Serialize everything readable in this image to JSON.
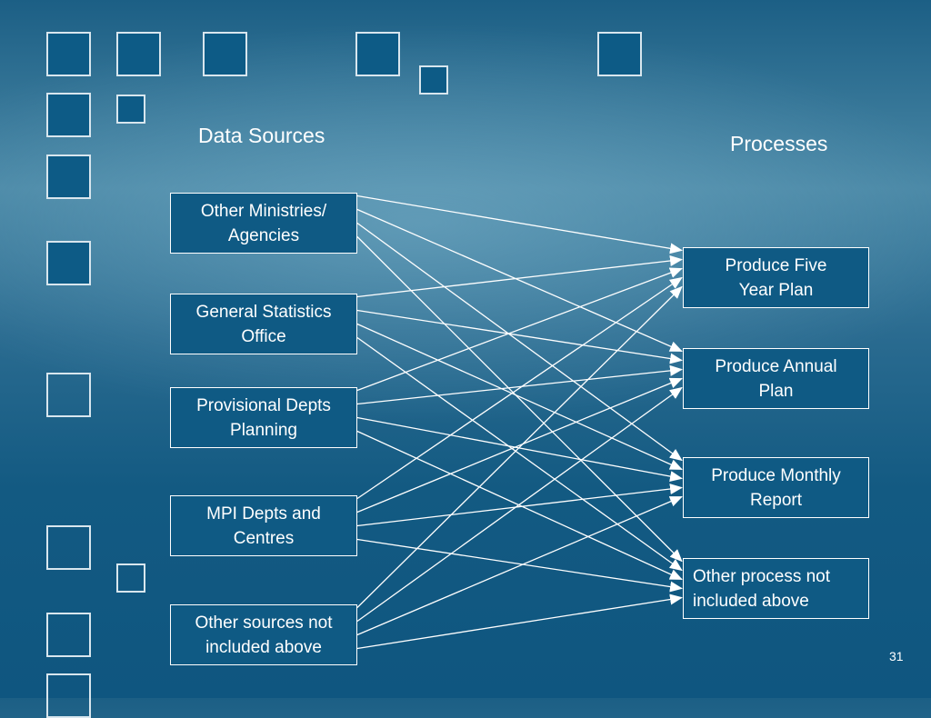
{
  "slide": {
    "headings": {
      "sources": "Data Sources",
      "processes": "Processes"
    },
    "sources": [
      {
        "id": "s1",
        "label": "Other Ministries/\nAgencies"
      },
      {
        "id": "s2",
        "label": "General Statistics\nOffice"
      },
      {
        "id": "s3",
        "label": "Provisional Depts\nPlanning"
      },
      {
        "id": "s4",
        "label": "MPI Depts and\nCentres"
      },
      {
        "id": "s5",
        "label": "Other sources not\nincluded above"
      }
    ],
    "processes": [
      {
        "id": "p1",
        "label": "Produce Five\nYear Plan"
      },
      {
        "id": "p2",
        "label": "Produce Annual\nPlan"
      },
      {
        "id": "p3",
        "label": "Produce Monthly\nReport"
      },
      {
        "id": "p4",
        "label": "Other process not\nincluded above"
      }
    ],
    "connections": [
      {
        "from": "s1",
        "to": "p1"
      },
      {
        "from": "s1",
        "to": "p2"
      },
      {
        "from": "s1",
        "to": "p3"
      },
      {
        "from": "s1",
        "to": "p4"
      },
      {
        "from": "s2",
        "to": "p1"
      },
      {
        "from": "s2",
        "to": "p2"
      },
      {
        "from": "s2",
        "to": "p3"
      },
      {
        "from": "s2",
        "to": "p4"
      },
      {
        "from": "s3",
        "to": "p1"
      },
      {
        "from": "s3",
        "to": "p2"
      },
      {
        "from": "s3",
        "to": "p3"
      },
      {
        "from": "s3",
        "to": "p4"
      },
      {
        "from": "s4",
        "to": "p1"
      },
      {
        "from": "s4",
        "to": "p2"
      },
      {
        "from": "s4",
        "to": "p3"
      },
      {
        "from": "s4",
        "to": "p4"
      },
      {
        "from": "s5",
        "to": "p1"
      },
      {
        "from": "s5",
        "to": "p2"
      },
      {
        "from": "s5",
        "to": "p3"
      },
      {
        "from": "s5",
        "to": "p4"
      }
    ],
    "page_number": "31",
    "colors": {
      "line": "#ffffff",
      "box_fill": "#0f5a84",
      "deco_fill": "#0d5b86"
    }
  }
}
